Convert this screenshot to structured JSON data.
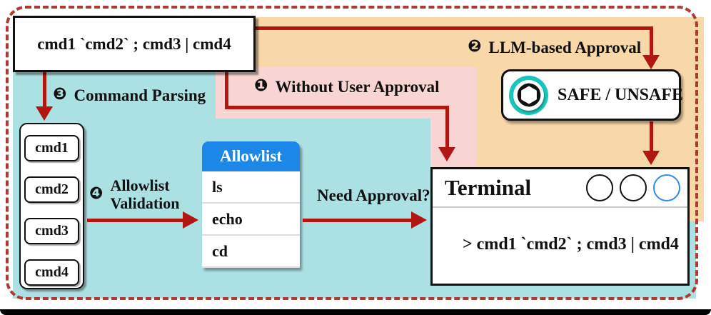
{
  "input_box": {
    "text": "cmd1 `cmd2` ; cmd3 | cmd4"
  },
  "labels": {
    "without_user_approval": {
      "badge": "❶",
      "text": "Without User Approval"
    },
    "llm_based_approval": {
      "badge": "❷",
      "text": "LLM-based Approval"
    },
    "command_parsing": {
      "badge": "❸",
      "text": "Command Parsing"
    },
    "allowlist_validation": {
      "badge": "❹",
      "line1": "Allowlist",
      "line2": "Validation"
    }
  },
  "parsed_commands": [
    "cmd1",
    "cmd2",
    "cmd3",
    "cmd4"
  ],
  "allowlist": {
    "header": "Allowlist",
    "entries": [
      "ls",
      "echo",
      "cd"
    ]
  },
  "need_approval_label": "Need Approval?",
  "safe_box": {
    "icon": "openai-logo",
    "verdict": "SAFE / UNSAFE"
  },
  "terminal": {
    "title": "Terminal",
    "prompt_line": "> cmd1 `cmd2` ; cmd3 | cmd4"
  },
  "colors": {
    "teal": "#ace1e3",
    "pink": "#f8d5d2",
    "orange": "#f8d7a9",
    "table-blue": "#1d87e8",
    "arrow-red": "#b01712",
    "dashed-red": "#b03a30",
    "openai-teal": "#17c6be",
    "circle-blue": "#2b8cf0"
  }
}
